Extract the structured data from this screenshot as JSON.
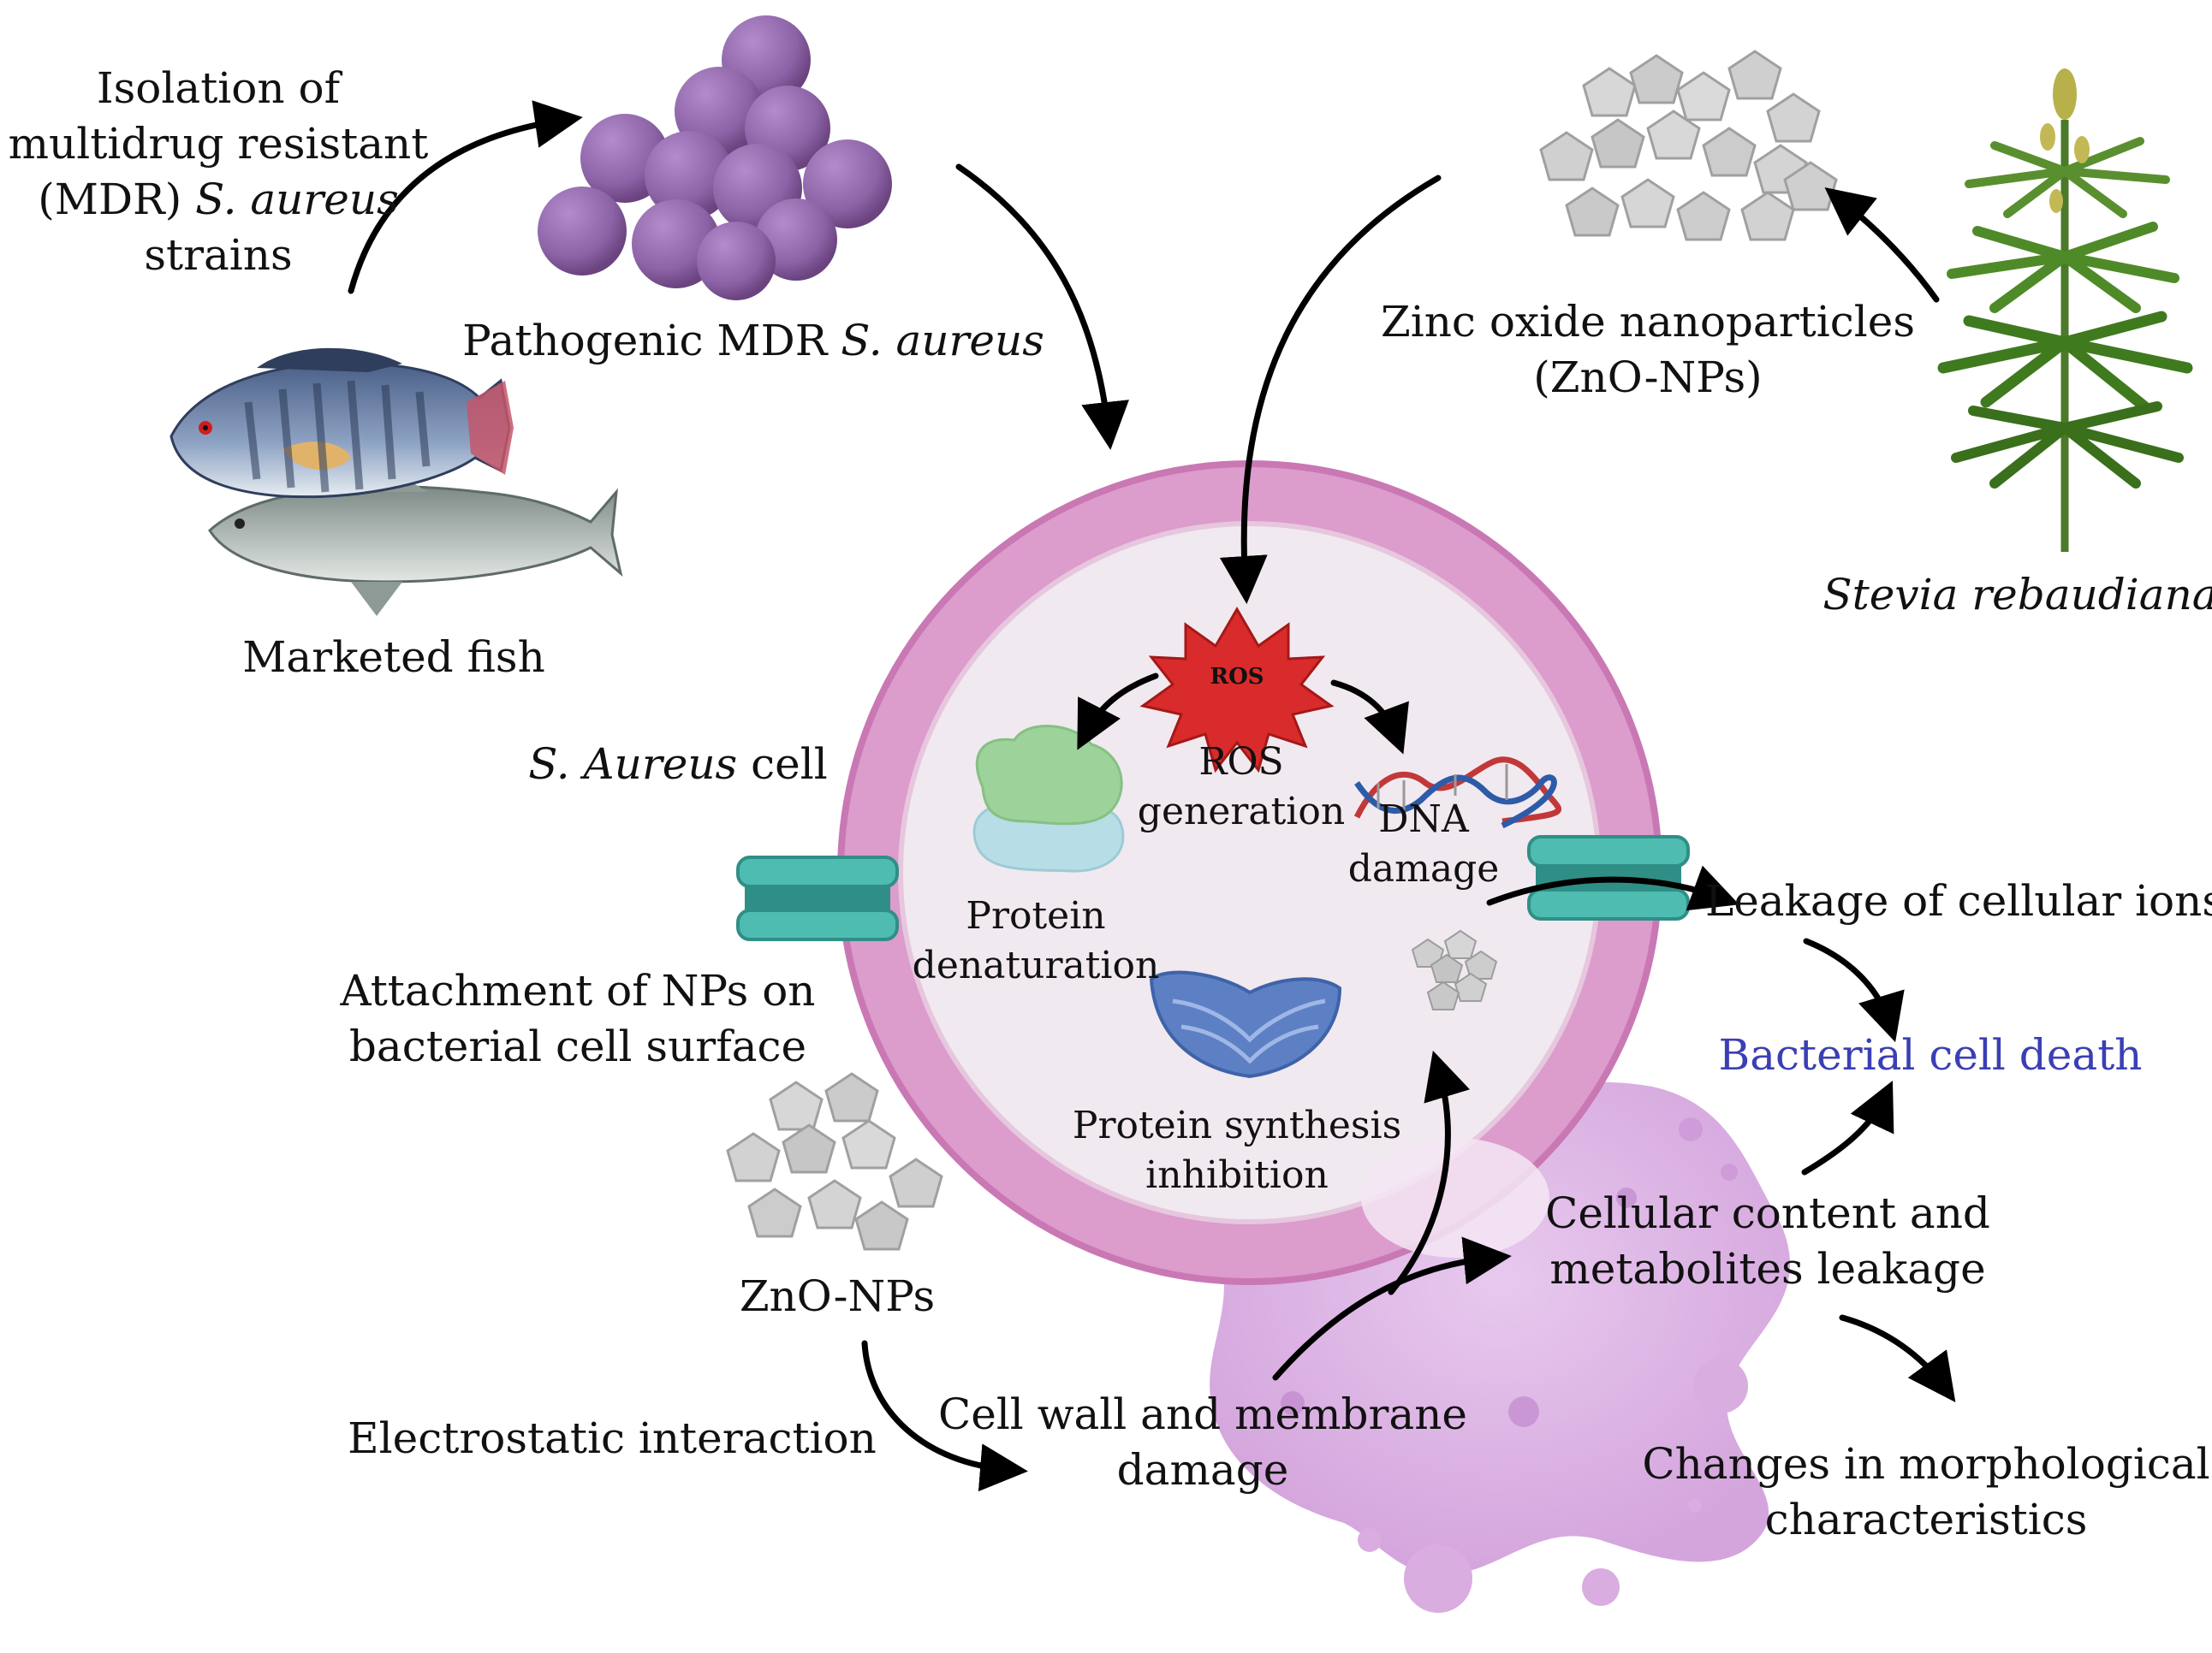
{
  "labels": {
    "isolation": [
      "Isolation of",
      "multidrug resistant",
      "(MDR) ",
      "S. aureus",
      "strains"
    ],
    "pathogenic_prefix": "Pathogenic MDR ",
    "pathogenic_species": "S. aureus",
    "marketed_fish": "Marketed fish",
    "zno_title_1": "Zinc oxide nanoparticles",
    "zno_title_2": "(ZnO-NPs)",
    "stevia": "Stevia rebaudiana",
    "cell_species": "S. Aureus",
    "cell_word": " cell",
    "ros_badge": "ROS",
    "ros_gen_1": "ROS",
    "ros_gen_2": "generation",
    "dna_1": "DNA",
    "dna_2": "damage",
    "protein_den_1": "Protein",
    "protein_den_2": "denaturation",
    "attach_1": "Attachment of NPs on",
    "attach_2": "bacterial cell surface",
    "protein_syn_1": "Protein synthesis",
    "protein_syn_2": "inhibition",
    "leakage_ions": "Leakage of cellular ions",
    "death": "Bacterial cell death",
    "cell_content_1": "Cellular content and",
    "cell_content_2": "metabolites leakage",
    "zno_nps": "ZnO-NPs",
    "electrostatic": "Electrostatic interaction",
    "wall_damage_1": "Cell wall and membrane",
    "wall_damage_2": "damage",
    "morph_1": "Changes in morphological",
    "morph_2": "characteristics"
  },
  "colors": {
    "cell_ring": "#dc9ccc",
    "cell_ring_edge": "#c978b4",
    "cytoplasm": "#f1e9f0",
    "bacteria": "#8c63a6",
    "channel": "#4fbcb1",
    "ros_star": "#d92b2b",
    "death_text": "#3b3fb5",
    "leak_blob": "#cf9bd9",
    "nanoparticle": "#c9c9c9"
  }
}
